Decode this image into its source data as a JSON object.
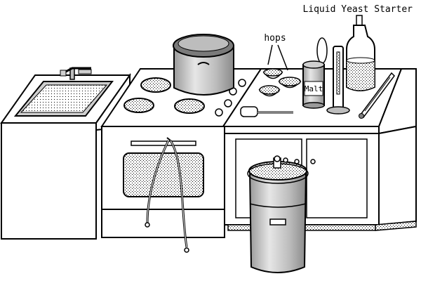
{
  "labels": {
    "yeast_starter": "Liquid Yeast Starter",
    "hops": "hops",
    "malt": "Malt"
  },
  "colors": {
    "ink": "#000000",
    "paper": "#ffffff",
    "light_gray": "#d9d9d9",
    "mid_gray": "#b3b3b3",
    "dark_gray": "#7f7f7f"
  }
}
